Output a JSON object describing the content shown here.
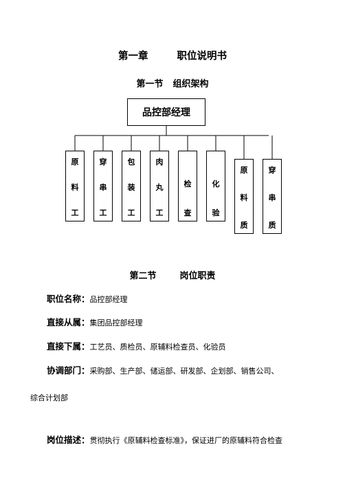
{
  "chapter": {
    "number": "第一章",
    "title": "职位说明书"
  },
  "section1": {
    "number": "第一节",
    "title": "组织架构"
  },
  "org_chart": {
    "root": "品控部经理",
    "children": [
      {
        "id": "raw-material-worker",
        "chars": [
          "原",
          "料",
          "工"
        ]
      },
      {
        "id": "skewer-worker",
        "chars": [
          "穿",
          "串",
          "工"
        ]
      },
      {
        "id": "packing-worker",
        "chars": [
          "包",
          "装",
          "工"
        ]
      },
      {
        "id": "meatball-worker",
        "chars": [
          "肉",
          "丸",
          "工"
        ]
      },
      {
        "id": "inspector",
        "chars": [
          "检",
          "查"
        ]
      },
      {
        "id": "lab-tester",
        "chars": [
          "化",
          "验"
        ]
      },
      {
        "id": "raw-material-supervisor",
        "chars": [
          "原",
          "料",
          "质"
        ]
      },
      {
        "id": "skewer-supervisor",
        "chars": [
          "穿",
          "串",
          "质"
        ]
      }
    ]
  },
  "section2": {
    "number": "第二节",
    "title": "岗位职责"
  },
  "fields": {
    "position_name": {
      "label": "职位名称：",
      "value": "品控部经理"
    },
    "reports_to": {
      "label": "直接从属：",
      "value": "集团品控部经理"
    },
    "subordinates": {
      "label": "直接下属：",
      "value": "工艺员、质检员、原辅料检查员、化验员"
    },
    "coordination": {
      "label": "协调部门：",
      "value": "采购部、生产部、储运部、研发部、企划部、销售公司、",
      "value_cont": "综合计划部"
    },
    "description": {
      "label": "岗位描述：",
      "value": "贯彻执行《原辅料检查标准》，保证进厂的原辅料符合检查"
    }
  }
}
